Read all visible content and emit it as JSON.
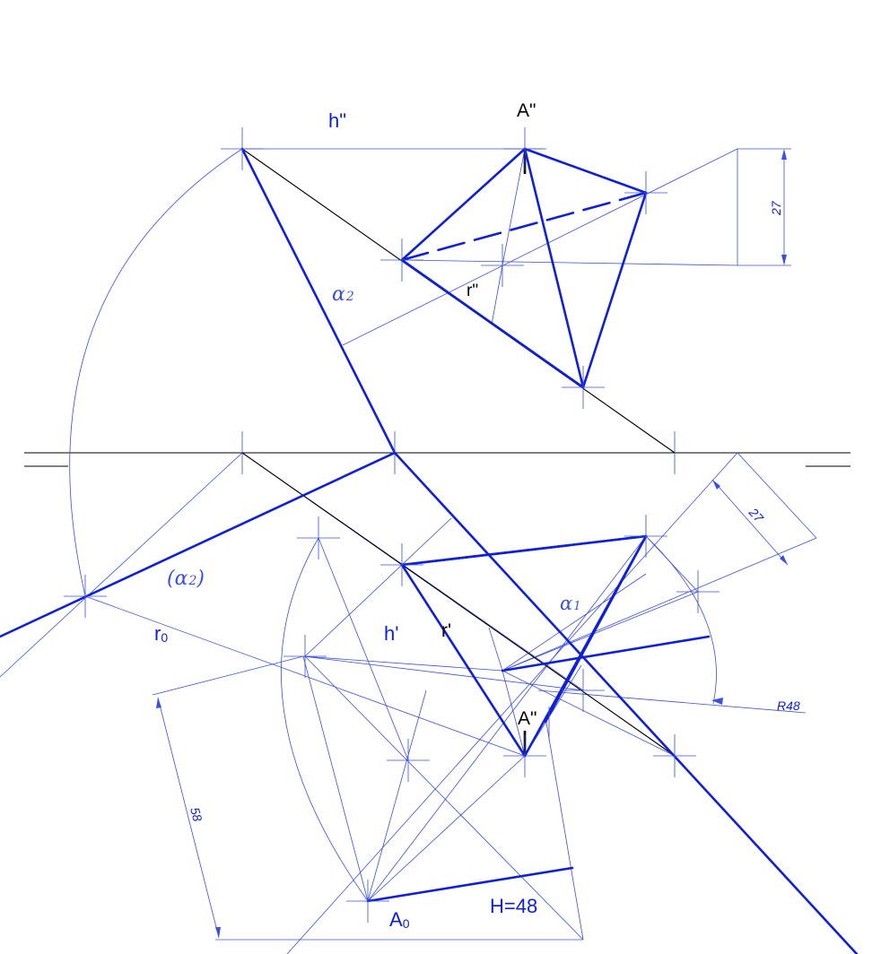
{
  "labels": {
    "h2": "h\"",
    "a_top": "A\"",
    "r2": "r\"",
    "alpha2": "α",
    "alpha2_sub": "2",
    "alpha2_paren": "(α",
    "alpha2_paren_sub": "2",
    "alpha2_paren_close": ")",
    "r0": "r",
    "r0_sub": "0",
    "h1": "h'",
    "r1": "r'",
    "alpha1": "α",
    "alpha1_sub": "1",
    "a_bottom": "A\"",
    "a0": "A",
    "a0_sub": "0",
    "height": "H=48"
  },
  "dimensions": {
    "dim_27_top": "27",
    "dim_27_right": "27",
    "dim_58": "58",
    "radius": "R48"
  },
  "colors": {
    "construction": "#3a4fe0",
    "main": "#1020d8",
    "axis": "#000000"
  }
}
